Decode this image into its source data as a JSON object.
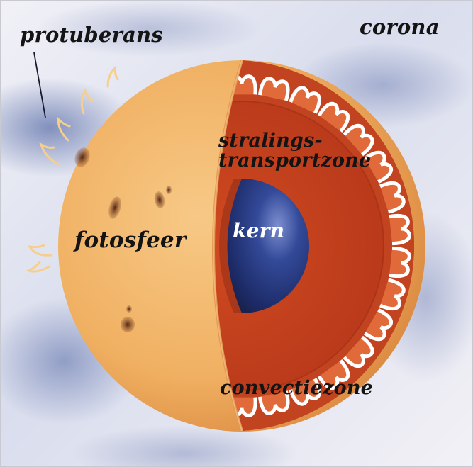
{
  "diagram": {
    "labels": {
      "protuberans": "protuberans",
      "corona": "corona",
      "fotosfeer": "fotosfeer",
      "kern": "kern",
      "stralings_line1": "stralings-",
      "stralings_line2": "transportzone",
      "convectiezone": "convectiezone"
    },
    "colors": {
      "sky_light": "#e9eaf3",
      "sky_blue": "#8d99bf",
      "photosphere": "#f0b56a",
      "photosphere_rim": "#c97a35",
      "cutaway_red": "#c8441f",
      "convection_cell": "#e0683a",
      "core_blue": "#2b3f8c",
      "sunspot": "#6e3a22"
    }
  }
}
